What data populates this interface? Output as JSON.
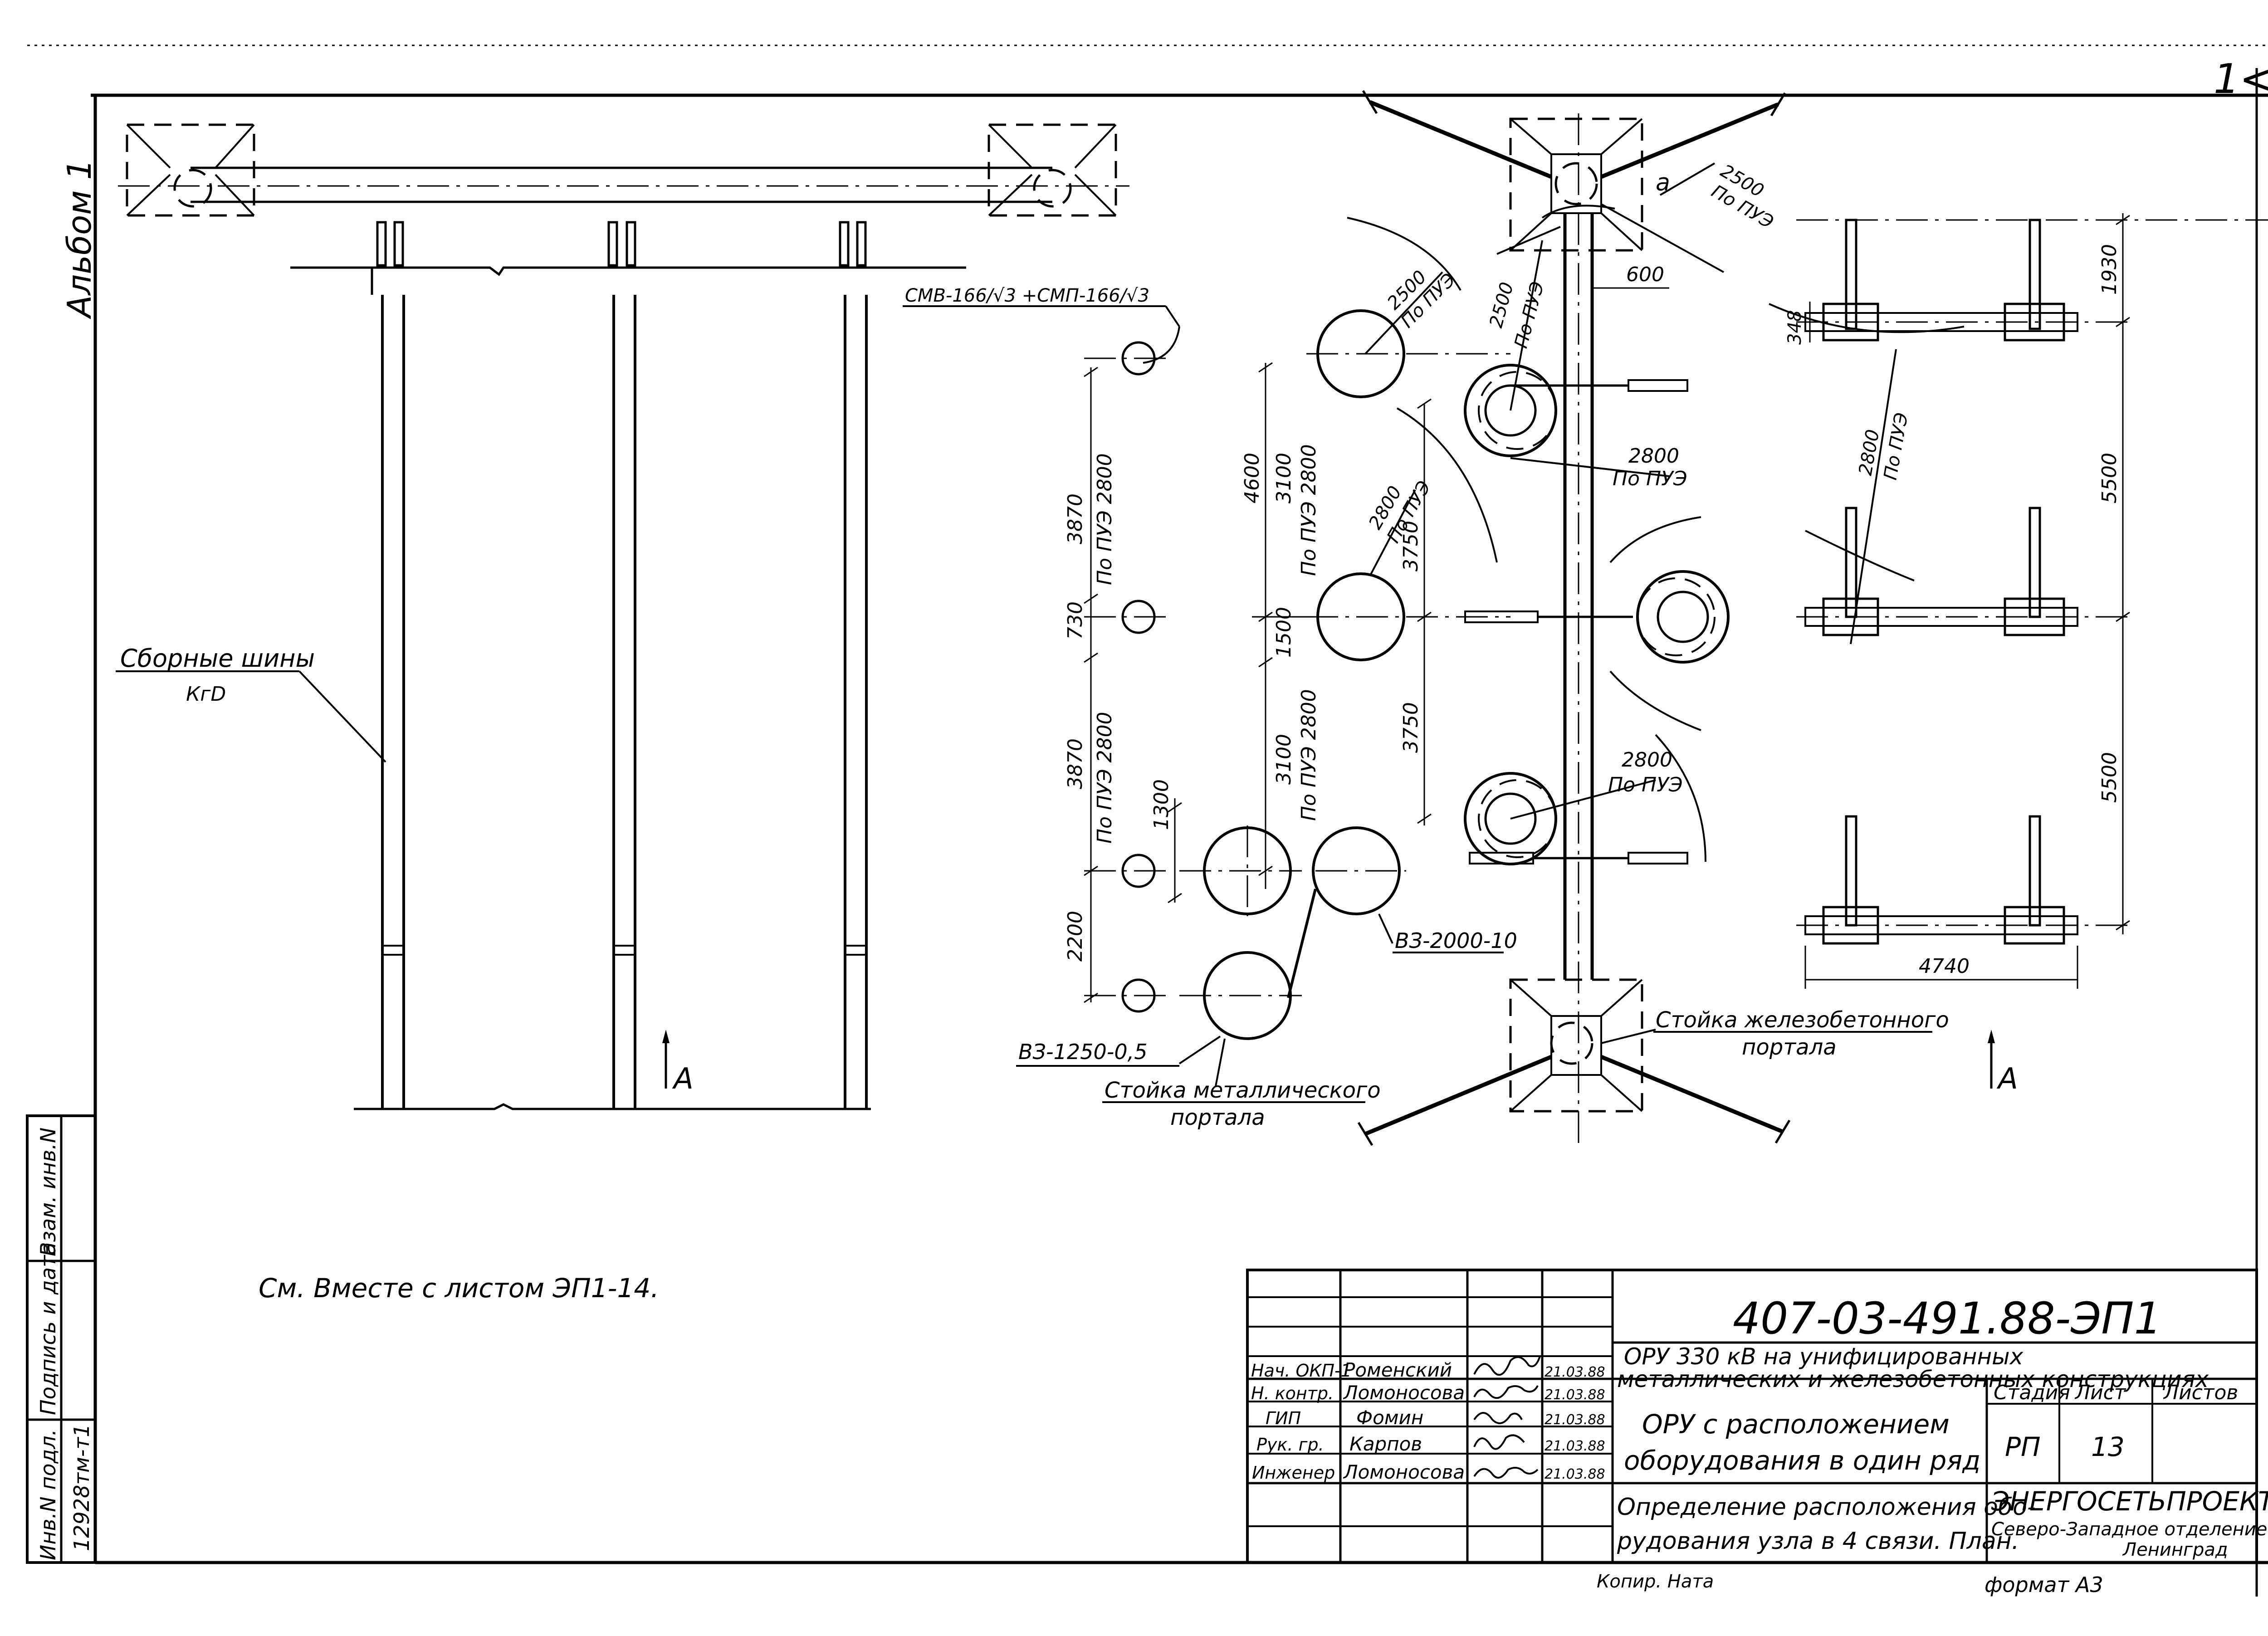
{
  "corner_mark": "1<",
  "side_texts": {
    "album": "Альбом 1",
    "stamp_cells": [
      "Инв.N подл.",
      "Подпись и дата",
      "Взам. инв.N"
    ],
    "inv_number": "12928тм-т1"
  },
  "left_view": {
    "callout_busbar": "Сборные шины",
    "callout_busbar_sub": "КгD",
    "cable_label": "СМВ-166/√3 +СМП-166/√3",
    "section_mark": "А"
  },
  "dimensions": {
    "d_3870_top": "3870",
    "pue_2800_a": "По ПУЭ 2800",
    "d_730": "730",
    "d_3870_bot": "3870",
    "pue_2800_b": "По ПУЭ 2800",
    "d_2200": "2200",
    "d_1300": "1300",
    "d_4600": "4600",
    "d_3100_top": "3100",
    "pue_2800_c": "По ПУЭ 2800",
    "d_1500": "1500",
    "d_3100_bot": "3100",
    "pue_2800_d": "По ПУЭ 2800",
    "d_3750_a": "3750",
    "d_3750_b": "3750",
    "d_2500_a": "2500",
    "pue_a": "По ПУЭ",
    "d_2500_b": "2500",
    "pue_b": "По ПУЭ",
    "d_2800_a": "2800",
    "pue_c": "По ПУЭ",
    "d_2800_b": "2800",
    "pue_d": "По ПУЭ",
    "d_2800_c": "2800",
    "pue_e": "По ПУЭ",
    "d_2500_c": "2500",
    "pue_f": "По ПУЭ",
    "a_mark": "а",
    "d_600": "600",
    "d_1930": "1930",
    "d_348": "348",
    "d_2800_d": "2800",
    "pue_g": "По ПУЭ",
    "d_5500_a": "5500",
    "d_5500_b": "5500",
    "d_4740": "4740"
  },
  "equipment": {
    "breaker_2000": "ВЗ-2000-10",
    "breaker_1250": "ВЗ-1250-0,5",
    "metal_portal_1": "Стойка металлического",
    "metal_portal_2": "портала",
    "concrete_portal_1": "Стойка железобетонного",
    "concrete_portal_2": "портала",
    "section_mark": "А"
  },
  "note": "См. Вместе с листом ЭП1-14.",
  "title_block": {
    "doc_code": "407-03-491.88-ЭП1",
    "project_title_1": "ОРУ 330 кВ на унифицированных",
    "project_title_2": "металлических и железобетонных конструкциях",
    "sheet_title_1": "ОРУ с расположением",
    "sheet_title_2": "оборудования в один ряд",
    "drawing_title_1": "Определение расположения обо-",
    "drawing_title_2": "рудования узла в 4 связи. План.",
    "headers": {
      "stage": "Стадия",
      "sheet": "Лист",
      "sheets": "Листов"
    },
    "values": {
      "stage": "РП",
      "sheet": "13",
      "sheets": ""
    },
    "org_1": "ЭНЕРГОСЕТЬПРОЕКТ",
    "org_2": "Северо-Западное отделение",
    "org_3": "Ленинград",
    "signatures": [
      {
        "role": "Нач. ОКП-1",
        "name": "Роменский",
        "date": "21.03.88"
      },
      {
        "role": "Н. контр.",
        "name": "Ломоносова",
        "date": "21.03.88"
      },
      {
        "role": "ГИП",
        "name": "Фомин",
        "date": "21.03.88"
      },
      {
        "role": "Рук. гр.",
        "name": "Карпов",
        "date": "21.03.88"
      },
      {
        "role": "Инженер",
        "name": "Ломоносова",
        "date": "21.03.88"
      }
    ]
  },
  "footer": {
    "copied": "Копир. Ната",
    "format": "формат А3"
  }
}
